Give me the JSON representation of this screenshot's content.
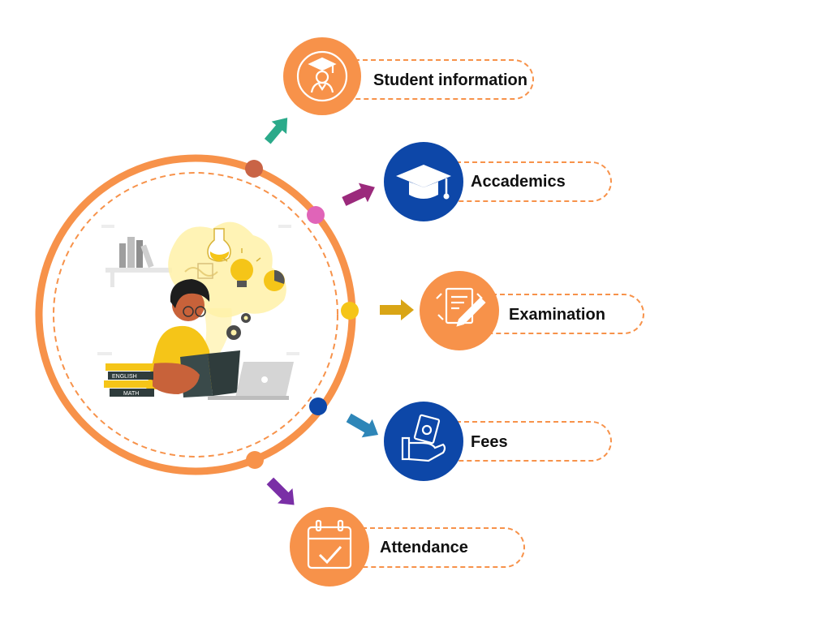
{
  "modules": [
    {
      "label": "Student information",
      "icon": "graduate-student-icon",
      "color": "#F7924A",
      "arrow_color": "#2BAA8A",
      "dot_color": "#C96446"
    },
    {
      "label": "Accademics",
      "icon": "graduation-cap-icon",
      "color": "#0D47A8",
      "arrow_color": "#9B2A7C",
      "dot_color": "#E064B8"
    },
    {
      "label": "Examination",
      "icon": "exam-paper-icon",
      "color": "#F7924A",
      "arrow_color": "#D9A516",
      "dot_color": "#F5C518"
    },
    {
      "label": "Fees",
      "icon": "money-hand-icon",
      "color": "#0D47A8",
      "arrow_color": "#2E86B8",
      "dot_color": "#0D47A8"
    },
    {
      "label": "Attendance",
      "icon": "calendar-check-icon",
      "color": "#F7924A",
      "arrow_color": "#7A2FA6",
      "dot_color": "#F7924A"
    }
  ],
  "illustration": {
    "book_labels": [
      "ENGLISH",
      "MATH"
    ]
  }
}
